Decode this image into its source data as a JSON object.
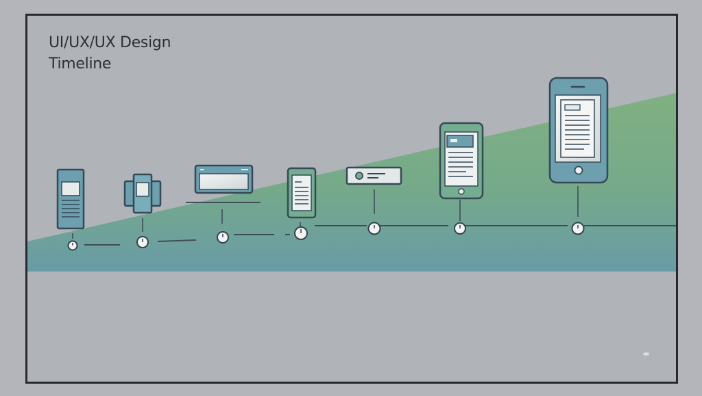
{
  "title": {
    "line1": "UI/UX/UX Design",
    "line2": "Timeline"
  },
  "colors": {
    "background": "#b0b3b8",
    "frame": "#262a2f",
    "outline": "#3b4e5c",
    "device_fill": "#6d9fae",
    "screen_fill": "#dfe5e6",
    "green_band": "#7aab82",
    "teal_band": "#6b9ea4"
  },
  "milestones": [
    {
      "icon": "tall-panel-icon"
    },
    {
      "icon": "square-widget-icon"
    },
    {
      "icon": "wide-monitor-icon"
    },
    {
      "icon": "small-phone-icon"
    },
    {
      "icon": "toggle-bar-icon"
    },
    {
      "icon": "tablet-icon"
    },
    {
      "icon": "smartphone-icon"
    }
  ],
  "watermark": "ꟹ"
}
